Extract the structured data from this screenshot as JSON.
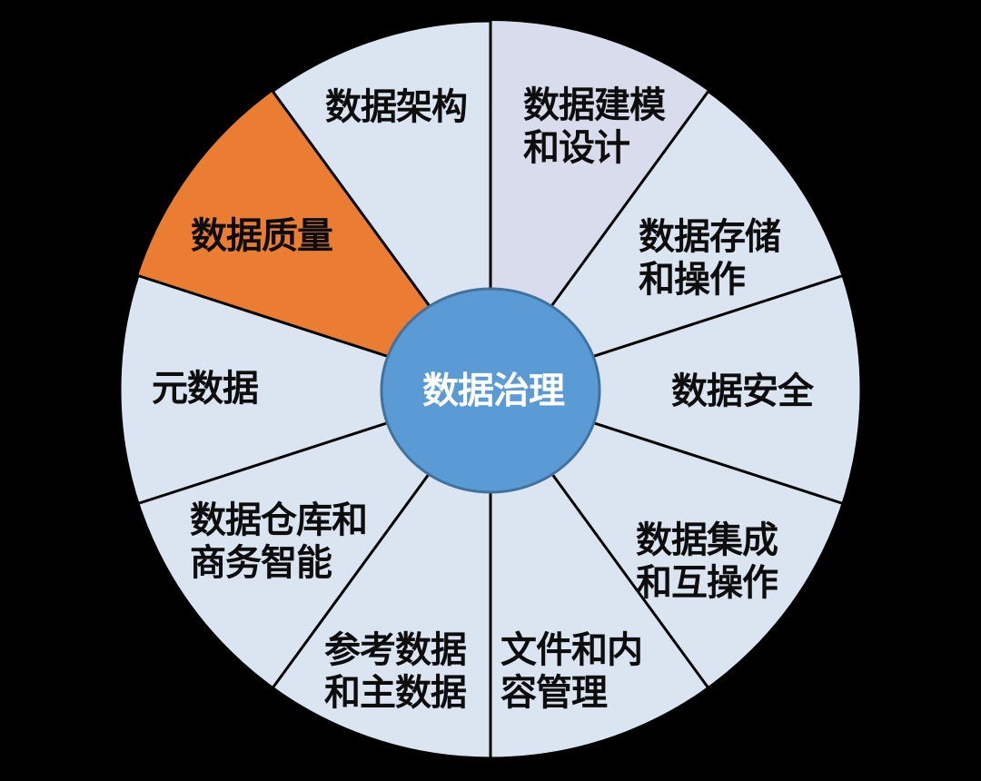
{
  "diagram": {
    "type": "data-management-wheel",
    "colors": {
      "background": "#000000",
      "segment_base": "#dbe5f2",
      "segment_modeling_highlight": "#d9dcec",
      "segment_quality_highlight": "#ea7d31",
      "divider_line": "#000000",
      "label_text": "#0d0d0d",
      "center_fill": "#5b9bd5",
      "center_border": "#41719c",
      "center_text": "#ffffff"
    },
    "center": {
      "label": "数据治理"
    },
    "segments": [
      {
        "label": "数据建模\n和设计",
        "highlight": "lavender"
      },
      {
        "label": "数据存储\n和操作",
        "highlight": null
      },
      {
        "label": "数据安全",
        "highlight": null
      },
      {
        "label": "数据集成\n和互操作",
        "highlight": null
      },
      {
        "label": "文件和内\n容管理",
        "highlight": null
      },
      {
        "label": "参考数据\n和主数据",
        "highlight": null
      },
      {
        "label": "数据仓库和\n商务智能",
        "highlight": null
      },
      {
        "label": "元数据",
        "highlight": null
      },
      {
        "label": "数据质量",
        "highlight": "orange"
      },
      {
        "label": "数据架构",
        "highlight": null
      }
    ]
  }
}
